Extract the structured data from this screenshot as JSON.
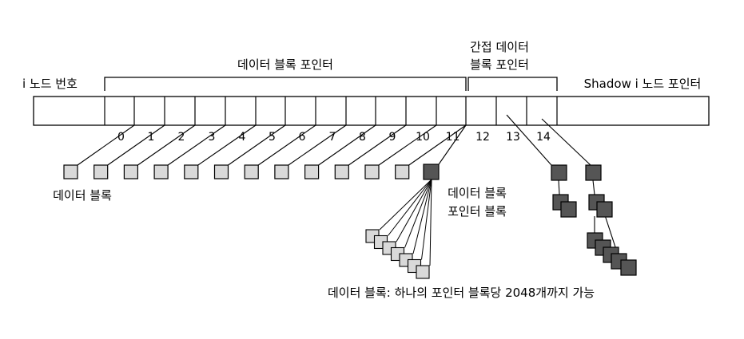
{
  "labels": {
    "inode_number": "i 노드 번호",
    "data_block_pointers": "데이터 블록 포인터",
    "indirect_pointers_line1": "간접 데이터",
    "indirect_pointers_line2": "블록 포인터",
    "shadow_inode_pointer": "Shadow i 노드 포인터",
    "data_blocks": "데이터 블록",
    "pointer_block_line1": "데이터 블록",
    "pointer_block_line2": "포인터 블록",
    "footnote": "데이터 블록: 하나의 포인터 블록당 2048개까지 가능"
  },
  "slot_numbers": [
    "0",
    "1",
    "2",
    "3",
    "4",
    "5",
    "6",
    "7",
    "8",
    "9",
    "10",
    "11",
    "12",
    "13",
    "14"
  ],
  "colors": {
    "direct_block": "#d9d9d9",
    "indirect_block": "#555555",
    "stroke": "#000000",
    "background": "#ffffff"
  }
}
